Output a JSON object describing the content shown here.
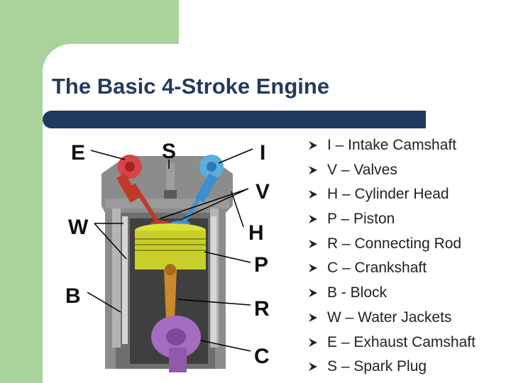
{
  "slide": {
    "title": "The Basic 4-Stroke Engine",
    "colors": {
      "background": "#ffffff",
      "accent_block": "#a9d39a",
      "title_bar": "#1f3a5f",
      "title_text": "#243a5e"
    }
  },
  "diagram": {
    "labels": [
      {
        "key": "E",
        "text": "E"
      },
      {
        "key": "S",
        "text": "S"
      },
      {
        "key": "I",
        "text": "I"
      },
      {
        "key": "V",
        "text": "V"
      },
      {
        "key": "W",
        "text": "W"
      },
      {
        "key": "H",
        "text": "H"
      },
      {
        "key": "P",
        "text": "P"
      },
      {
        "key": "B",
        "text": "B"
      },
      {
        "key": "R",
        "text": "R"
      },
      {
        "key": "C",
        "text": "C"
      }
    ]
  },
  "bullets": {
    "marker_icon": "arrowhead-bullet-icon",
    "items": [
      "I – Intake Camshaft",
      "V – Valves",
      "H – Cylinder Head",
      "P – Piston",
      "R – Connecting Rod",
      "C – Crankshaft",
      "B - Block",
      "W – Water Jackets",
      "E – Exhaust Camshaft",
      "S – Spark Plug"
    ]
  }
}
